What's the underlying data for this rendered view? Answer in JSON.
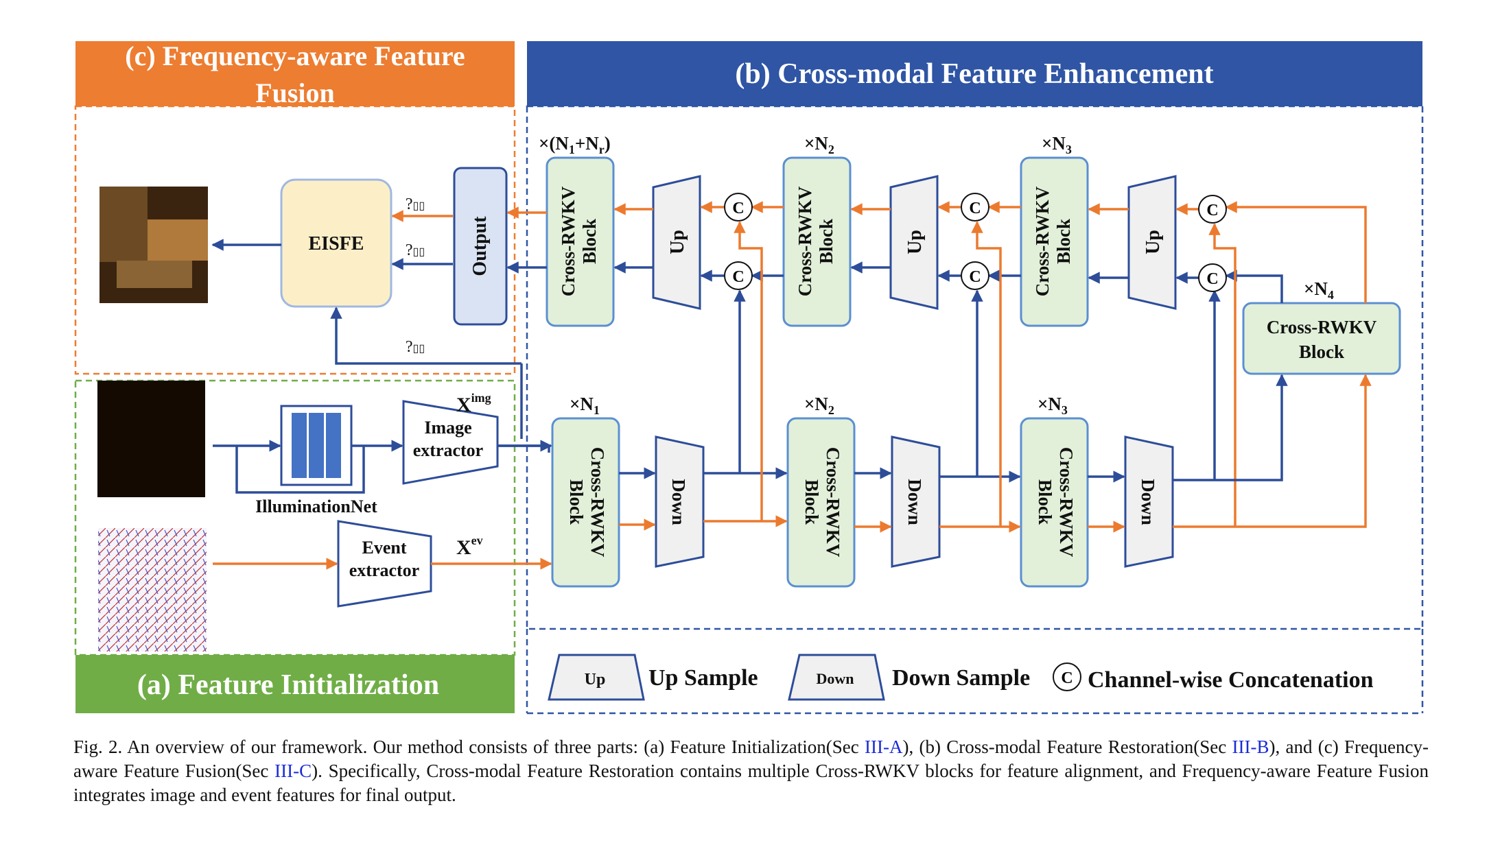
{
  "sections": {
    "c_title_line1": "(c) Frequency-aware Feature",
    "c_title_line2": "Fusion",
    "b_title": "(b) Cross-modal Feature Enhancement",
    "a_title": "(a) Feature Initialization"
  },
  "blocks": {
    "cross_rwkv": "Cross-RWKV",
    "block": "Block",
    "up": "Up",
    "down": "Down",
    "output": "Output",
    "eisfe": "EISFE",
    "illumination_net": "IlluminationNet",
    "image_extractor_1": "Image",
    "image_extractor_2": "extractor",
    "event_extractor_1": "Event",
    "event_extractor_2": "extractor",
    "concat": "C"
  },
  "multipliers": {
    "m_top1": "×(N",
    "m_top1_sub1": "1",
    "m_top1_mid": "+N",
    "m_top1_sub2": "r",
    "m_top1_end": ")",
    "x": "×N",
    "sub1": "1",
    "sub2": "2",
    "sub3": "3",
    "sub4": "4"
  },
  "features": {
    "x": "X",
    "img": "img",
    "ev": "ev",
    "garbled": "?",
    "garbled_sub": "▯▯"
  },
  "legend": {
    "up_label": "Up",
    "up_text": "Up Sample",
    "down_label": "Down",
    "down_text": "Down Sample",
    "concat_text": "Channel-wise Concatenation"
  },
  "caption": {
    "p1": "Fig. 2.  An overview of our framework. Our method consists of three parts: (a) Feature Initialization(Sec ",
    "r1": "III-A",
    "p2": "), (b) Cross-modal Feature Restoration(Sec ",
    "r2": "III-B",
    "p3": "), and (c) Frequency-aware Feature Fusion(Sec ",
    "r3": "III-C",
    "p4": "). Specifically, Cross-modal Feature Restoration contains multiple Cross-RWKV blocks for feature alignment, and Frequency-aware Feature Fusion integrates image and event features for final output."
  },
  "colors": {
    "blue_arrow": "#2d4d99",
    "orange_arrow": "#ec7a2e",
    "block_green": "#e2f0d9",
    "block_green_border": "#5b8fd1",
    "eisfe_fill": "#fcefc8",
    "output_fill": "#dae3f3",
    "header_blue": "#2f55a4",
    "header_orange": "#ed7d31",
    "header_green": "#70ad47"
  }
}
